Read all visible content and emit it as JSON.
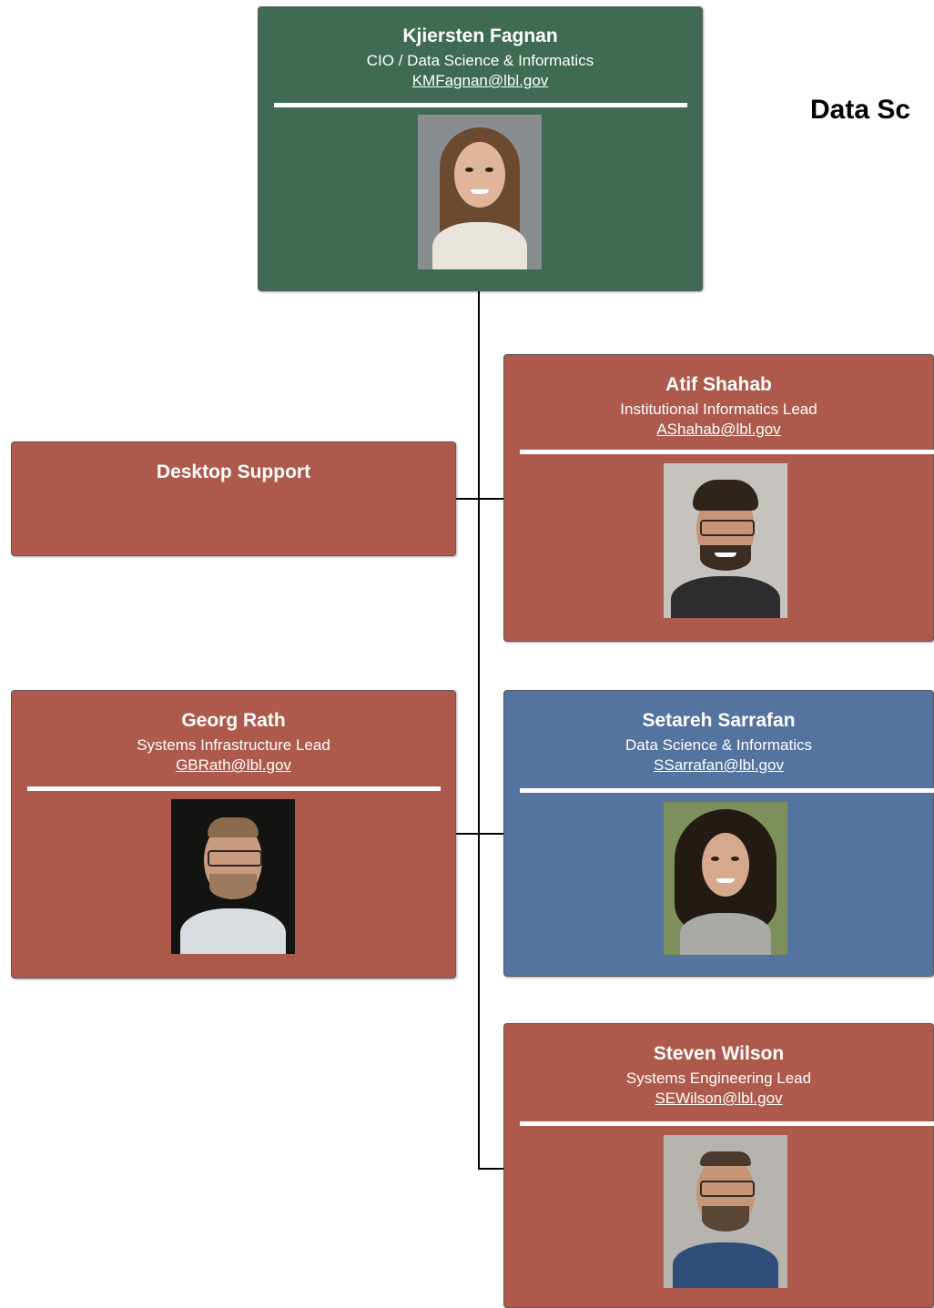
{
  "page": {
    "title": "Data Sc"
  },
  "root": {
    "name": "Kjiersten Fagnan",
    "role": "CIO / Data Science & Informatics",
    "email": "KMFagnan@lbl.gov"
  },
  "left_units": [
    {
      "name": "Desktop Support"
    },
    {
      "name": "Georg Rath",
      "role": "Systems Infrastructure Lead",
      "email": "GBRath@lbl.gov"
    }
  ],
  "right_units": [
    {
      "name": "Atif Shahab",
      "role": "Institutional Informatics Lead",
      "email": "AShahab@lbl.gov"
    },
    {
      "name": "Setareh Sarrafan",
      "role": "Data Science & Informatics",
      "email": "SSarrafan@lbl.gov"
    },
    {
      "name": "Steven Wilson",
      "role": "Systems Engineering Lead",
      "email": "SEWilson@lbl.gov"
    }
  ],
  "colors": {
    "root_box": "#3f6b55",
    "unit_box": "#ad5a4c",
    "highlight_box": "#55739f",
    "connector": "#000000"
  },
  "icons": [
    "portrait-photo"
  ]
}
